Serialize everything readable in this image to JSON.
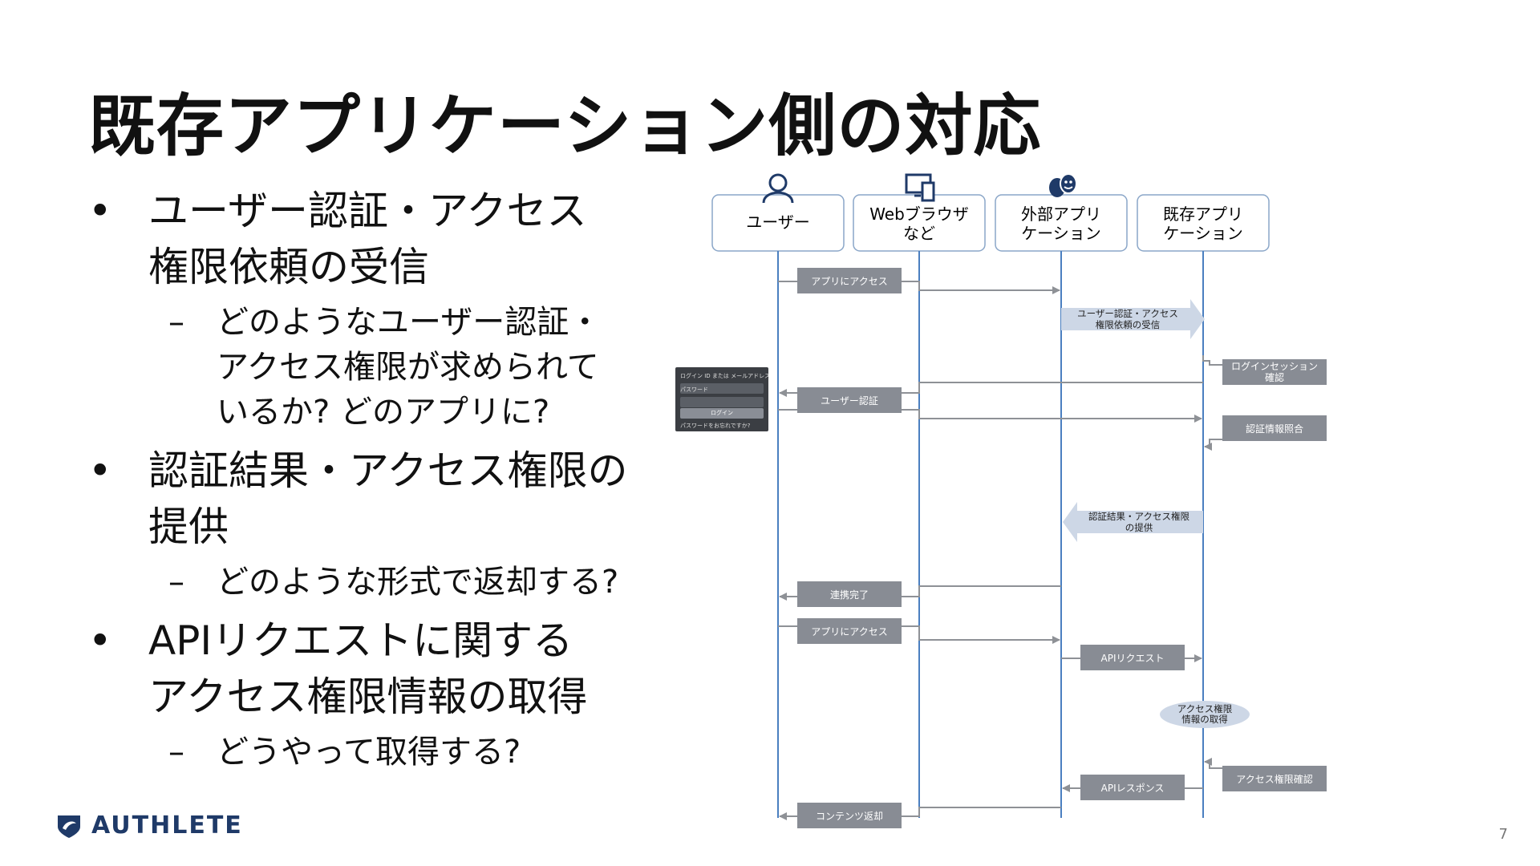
{
  "title": "既存アプリケーション側の対応",
  "bullets": [
    {
      "text_line1": "ユーザー認証・アクセス",
      "text_line2": "権限依頼の受信",
      "sub": [
        "どのようなユーザー認証・",
        "アクセス権限が求められて",
        "いるか? どのアプリに?"
      ]
    },
    {
      "text_line1": "認証結果・アクセス権限の",
      "text_line2": "提供",
      "sub": [
        "どのような形式で返却する?"
      ]
    },
    {
      "text_line1": "APIリクエストに関する",
      "text_line2": "アクセス権限情報の取得",
      "sub": [
        "どうやって取得する?"
      ]
    }
  ],
  "diagram": {
    "actors": [
      {
        "line1": "ユーザー",
        "line2": "",
        "icon": "person-icon"
      },
      {
        "line1": "Webブラウザ",
        "line2": "など",
        "icon": "devices-icon"
      },
      {
        "line1": "外部アプリ",
        "line2": "ケーション",
        "icon": "theater-masks-icon"
      },
      {
        "line1": "既存アプリ",
        "line2": "ケーション",
        "icon": ""
      }
    ],
    "labels": {
      "access_app_1": "アプリにアクセス",
      "auth_request": [
        "ユーザー認証・アクセス",
        "権限依頼の受信"
      ],
      "login_session": [
        "ログインセッション",
        "確認"
      ],
      "user_auth": "ユーザー認証",
      "auth_match": "認証情報照合",
      "auth_result": [
        "認証結果・アクセス権限",
        "の提供"
      ],
      "link_complete": "連携完了",
      "access_app_2": "アプリにアクセス",
      "api_request": "APIリクエスト",
      "access_info": [
        "アクセス権限",
        "情報の取得"
      ],
      "access_check": "アクセス権限確認",
      "api_response": "APIレスポンス",
      "content_return": "コンテンツ返却"
    },
    "login_form": {
      "id_placeholder": "ログイン ID または メールアドレス",
      "password_placeholder": "パスワード",
      "login_button": "ログイン",
      "forgot": "パスワードをお忘れですか?"
    }
  },
  "logo_text": "AUTHLETE",
  "page_number": "7",
  "colors": {
    "lifeline": "#4a7fc0",
    "box": "#888c94",
    "arrow": "#8e9196",
    "callout": "#cdd7e6"
  }
}
